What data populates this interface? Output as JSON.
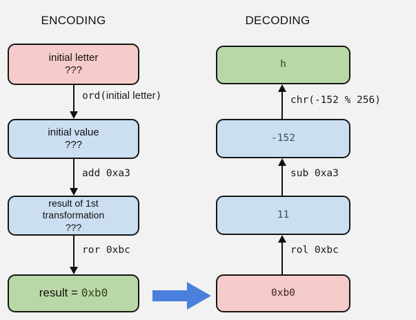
{
  "diagram": {
    "title_left": "ENCODING",
    "title_right": "DECODING",
    "background_color": "#f2f2f2",
    "type": "flowchart",
    "columns": [
      {
        "name": "encoding",
        "direction": "down",
        "nodes": [
          {
            "id": "enc-1",
            "color": "pink",
            "fill": "#f6ccca",
            "line1": "initial letter",
            "line2": "???"
          },
          {
            "id": "enc-2",
            "color": "blue",
            "fill": "#cbdff1",
            "line1": "initial value",
            "line2": "???"
          },
          {
            "id": "enc-3",
            "color": "blue",
            "fill": "#cbdff1",
            "line1": "result of 1st",
            "line2": "transformation",
            "line3": "???"
          },
          {
            "id": "enc-4",
            "color": "green",
            "fill": "#b9d8a6",
            "prefix": "result = ",
            "value": "0xb0"
          }
        ],
        "edges": [
          {
            "id": "enc-edge-1",
            "fn": "ord(",
            "arg": "initial letter",
            "close": ")"
          },
          {
            "id": "enc-edge-2",
            "label": "add 0xa3"
          },
          {
            "id": "enc-edge-3",
            "label": "ror 0xbc"
          }
        ]
      },
      {
        "name": "decoding",
        "direction": "up",
        "nodes": [
          {
            "id": "dec-1",
            "color": "green",
            "fill": "#b9d8a6",
            "value": "h"
          },
          {
            "id": "dec-2",
            "color": "blue",
            "fill": "#cbdff1",
            "value": "-152"
          },
          {
            "id": "dec-3",
            "color": "blue",
            "fill": "#cbdff1",
            "value": "11"
          },
          {
            "id": "dec-4",
            "color": "pink",
            "fill": "#f6ccca",
            "value": "0xb0"
          }
        ],
        "edges": [
          {
            "id": "dec-edge-1",
            "label": "chr(-152 % 256)"
          },
          {
            "id": "dec-edge-2",
            "label": "sub 0xa3"
          },
          {
            "id": "dec-edge-3",
            "label": "rol 0xbc"
          }
        ]
      }
    ],
    "transition_arrow": {
      "id": "encoding-to-decoding",
      "color": "#4a7fdc",
      "direction": "right"
    }
  }
}
